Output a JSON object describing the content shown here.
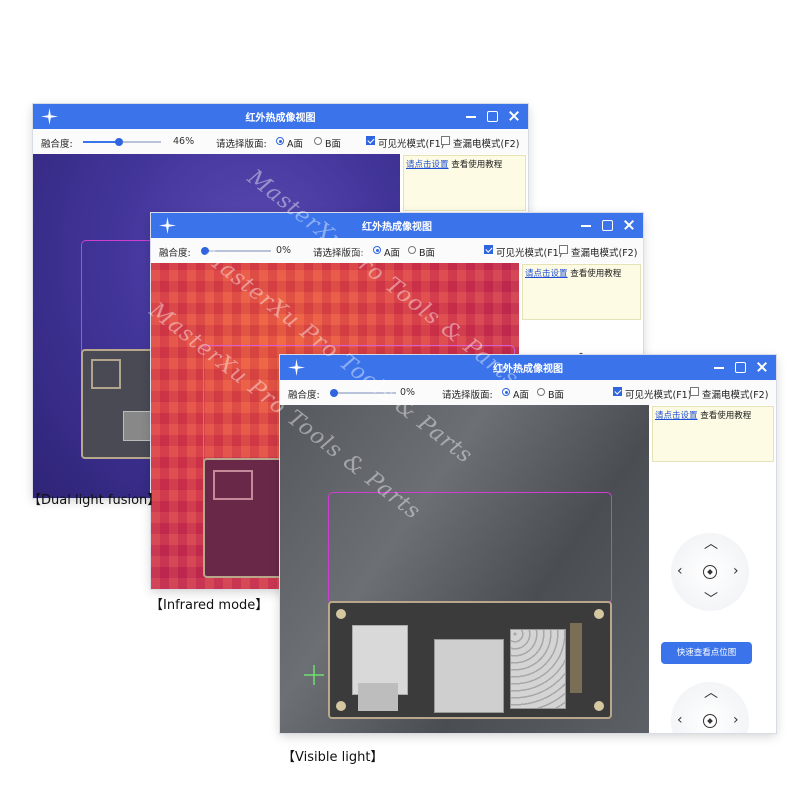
{
  "window": {
    "title": "红外热成像视图"
  },
  "toolbar": {
    "blend_label": "融合度:",
    "select_label": "请选择版面:",
    "face_a": "A面",
    "face_b": "B面",
    "visible_mode": "可见光模式(F1)",
    "leak_mode": "查漏电模式(F2)"
  },
  "panel": {
    "note_link": "请点击设置",
    "note_text": "查看使用教程",
    "quick_button": "快速查看点位图"
  },
  "windows": [
    {
      "mode": "fusion",
      "blend_percent": "46%",
      "blend_value": 46,
      "selected_face": "A",
      "visible_checked": true,
      "leak_checked": false
    },
    {
      "mode": "infrared",
      "blend_percent": "0%",
      "blend_value": 0,
      "selected_face": "A",
      "visible_checked": true,
      "leak_checked": false
    },
    {
      "mode": "visible",
      "blend_percent": "0%",
      "blend_value": 0,
      "selected_face": "A",
      "visible_checked": true,
      "leak_checked": false
    }
  ],
  "captions": {
    "fusion": "【Dual light fusion】",
    "infrared": "【Infrared mode】",
    "visible": "【Visible light】"
  },
  "watermark": {
    "text": "MasterXu Pro Tools & Parts"
  },
  "colors": {
    "titlebar": "#3a73ea",
    "outline": "#cc3fd0",
    "fusion_base": "#42359a",
    "infrared_base": "#dc3a49"
  }
}
